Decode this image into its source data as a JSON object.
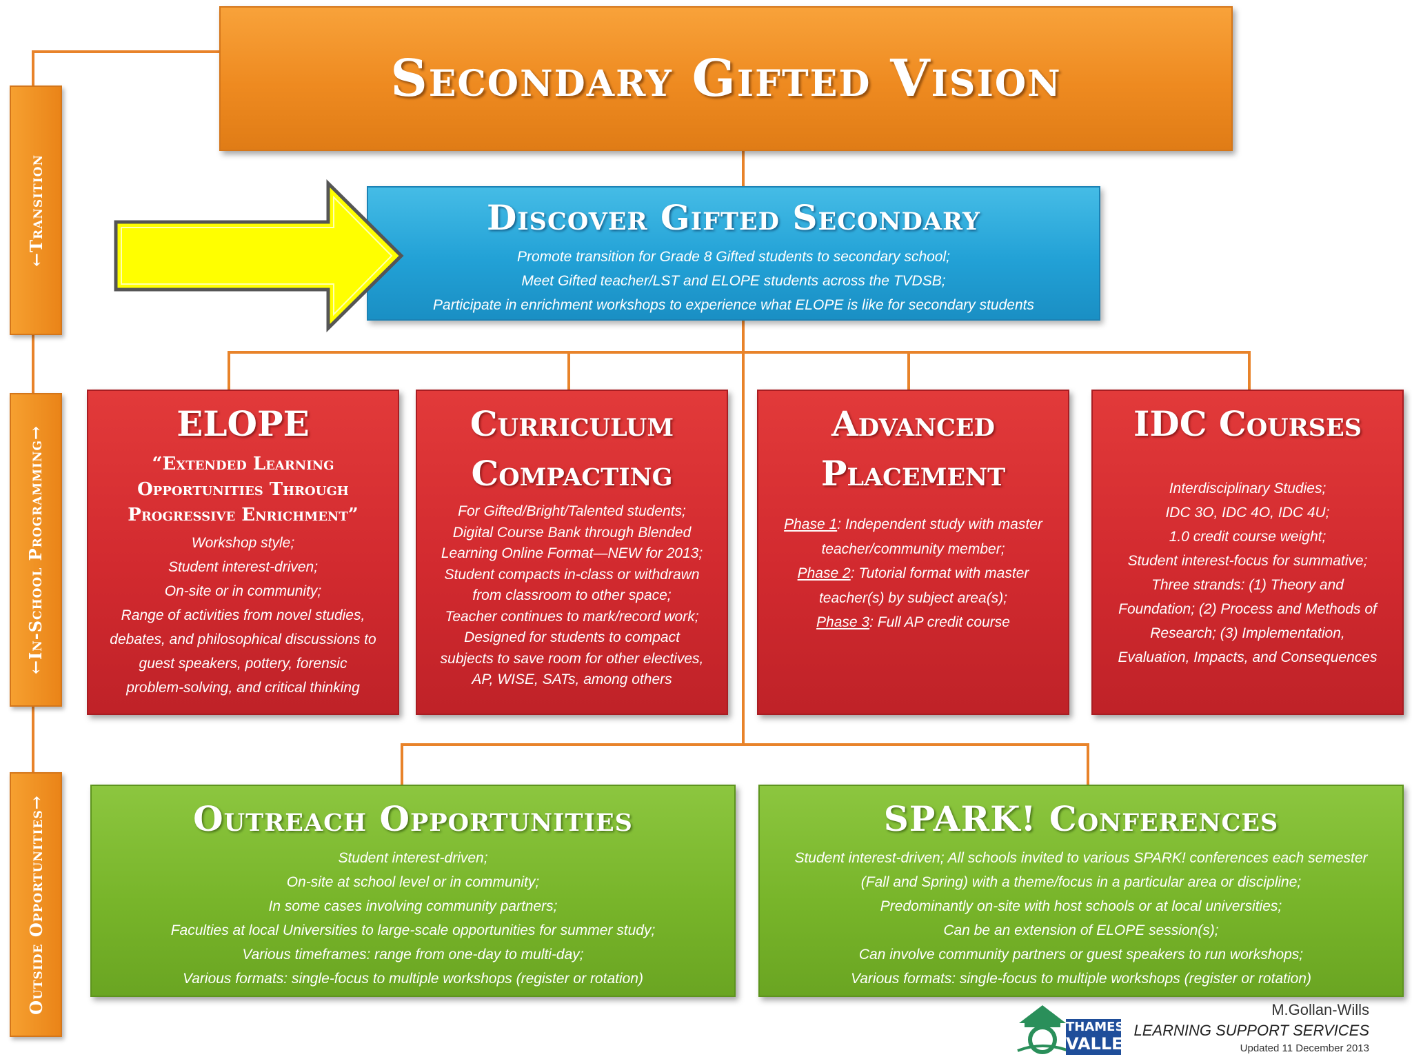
{
  "title": "Secondary Gifted Vision",
  "side_labels": {
    "transition": "←Transition",
    "in_school": "←In-School Programming→",
    "outside": "Outside Opportunities→"
  },
  "discover": {
    "heading": "Discover Gifted Secondary",
    "lines": [
      "Promote transition for Grade 8 Gifted students to secondary school;",
      "Meet Gifted teacher/LST and ELOPE students across the TVDSB;",
      "Participate in enrichment workshops to experience what ELOPE is like for secondary students"
    ]
  },
  "elope": {
    "heading": "ELOPE",
    "subhead": [
      "“Extended Learning",
      "Opportunities Through",
      "Progressive Enrichment”"
    ],
    "lines": [
      "Workshop style;",
      "Student interest-driven;",
      "On-site or in community;",
      "Range of activities from novel studies,",
      "debates, and philosophical discussions to",
      "guest speakers, pottery, forensic",
      "problem-solving, and critical thinking"
    ]
  },
  "curriculum": {
    "heading": [
      "Curriculum",
      "Compacting"
    ],
    "lines": [
      "For Gifted/Bright/Talented students;",
      "Digital Course Bank through Blended",
      "Learning Online Format—NEW for 2013;",
      "Student compacts in-class or withdrawn",
      "from classroom to other space;",
      "Teacher continues to mark/record work;",
      "Designed for students to compact",
      "subjects to save room for other electives,",
      "AP, WISE, SATs, among others"
    ]
  },
  "advanced": {
    "heading": [
      "Advanced",
      "Placement"
    ],
    "phase1_label": "Phase 1",
    "phase1_text": ": Independent study with master",
    "phase1_cont": "teacher/community member;",
    "phase2_label": "Phase 2",
    "phase2_text": ": Tutorial format with master",
    "phase2_cont": "teacher(s) by subject area(s);",
    "phase3_label": "Phase 3",
    "phase3_text": ": Full AP credit course"
  },
  "idc": {
    "heading": "IDC Courses",
    "lines": [
      "Interdisciplinary Studies;",
      "IDC 3O, IDC 4O, IDC 4U;",
      "1.0   credit course weight;",
      "Student interest-focus for summative;",
      "Three strands: (1) Theory and",
      "Foundation; (2) Process and Methods of",
      "Research; (3) Implementation,",
      "Evaluation, Impacts, and Consequences"
    ]
  },
  "outreach": {
    "heading": "Outreach Opportunities",
    "lines": [
      "Student interest-driven;",
      "On-site at school level or in community;",
      "In some cases involving community partners;",
      "Faculties at local Universities to large-scale opportunities for summer study;",
      "Various timeframes: range from one-day to multi-day;",
      "Various formats: single-focus to multiple workshops (register or rotation)"
    ]
  },
  "spark": {
    "heading": "SPARK! Conferences",
    "lines": [
      "Student interest-driven; All schools invited to various SPARK! conferences each semester",
      "(Fall and Spring) with a theme/focus in a particular area or discipline;",
      "Predominantly on-site with host schools or at local universities;",
      "Can be an extension of ELOPE session(s);",
      "Can involve community partners or guest speakers to run workshops;",
      "Various formats: single-focus to multiple workshops (register or rotation)"
    ]
  },
  "footer": {
    "author": "M.Gollan-Wills",
    "logo_text": [
      "THAMES",
      "VALLEY"
    ],
    "department": "LEARNING SUPPORT SERVICES",
    "updated": "Updated 11 December 2013"
  },
  "colors": {
    "orange": "#ee8a20",
    "blue": "#22a1d6",
    "red": "#d22a2f",
    "green": "#78b52a",
    "arrow": "#ffff00"
  }
}
